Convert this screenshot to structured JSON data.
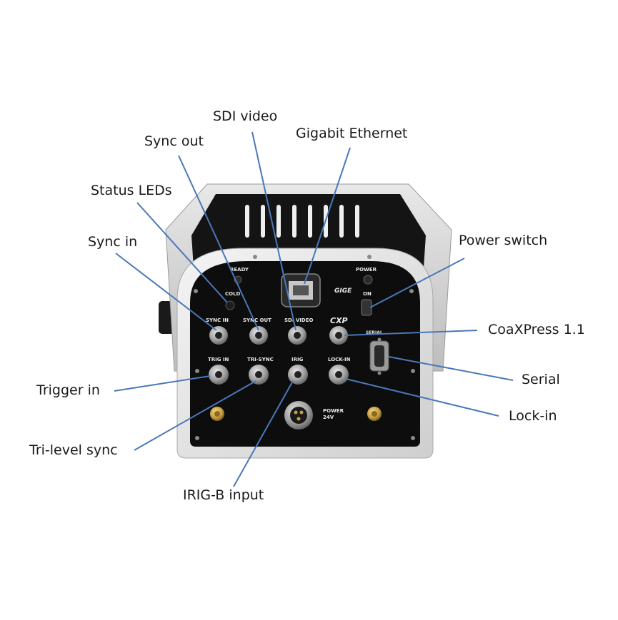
{
  "callouts": {
    "sdi_video": "SDI video",
    "gigabit_ethernet": "Gigabit Ethernet",
    "sync_out": "Sync out",
    "status_leds": "Status LEDs",
    "sync_in": "Sync in",
    "power_switch": "Power switch",
    "coaxpress": "CoaXPress 1.1",
    "serial": "Serial",
    "trigger_in": "Trigger in",
    "lock_in": "Lock-in",
    "tri_level_sync": "Tri-level sync",
    "irig_b_input": "IRIG-B input"
  },
  "panel_labels": {
    "ready": "READY",
    "cold": "COLD",
    "power": "POWER",
    "on": "ON",
    "sync_in": "SYNC IN",
    "sync_out": "SYNC OUT",
    "sdi_video": "SDI VIDEO",
    "cxp_logo": "CXP",
    "serial": "SERIAL",
    "trig_in": "TRIG IN",
    "tri_sync": "TRI-SYNC",
    "irig": "IRIG",
    "lock_in": "LOCK-IN",
    "power_24v_line1": "POWER",
    "power_24v_line2": "24V",
    "gige_logo": "GIGE"
  },
  "colors": {
    "leader_line": "#4a78b8",
    "panel_face": "#0d0d0d",
    "housing_frame": "#e6e6e6",
    "connector_metal": "#b9b9b9",
    "gold_connector": "#c9a040"
  }
}
